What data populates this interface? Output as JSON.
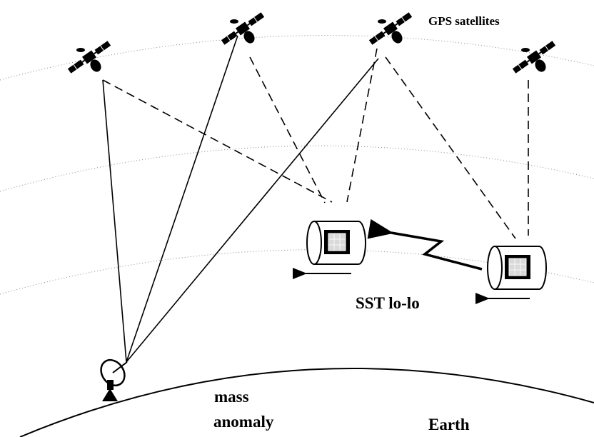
{
  "labels": {
    "gps_satellites": "GPS satellites",
    "sst": "SST lo-lo",
    "mass_anomaly_line1": "mass",
    "mass_anomaly_line2": "anomaly",
    "earth": "Earth"
  },
  "colors": {
    "ink": "#000000",
    "orbit": "#8a8a8a",
    "background": "#ffffff",
    "panel_fill": "#d9d9d9"
  }
}
